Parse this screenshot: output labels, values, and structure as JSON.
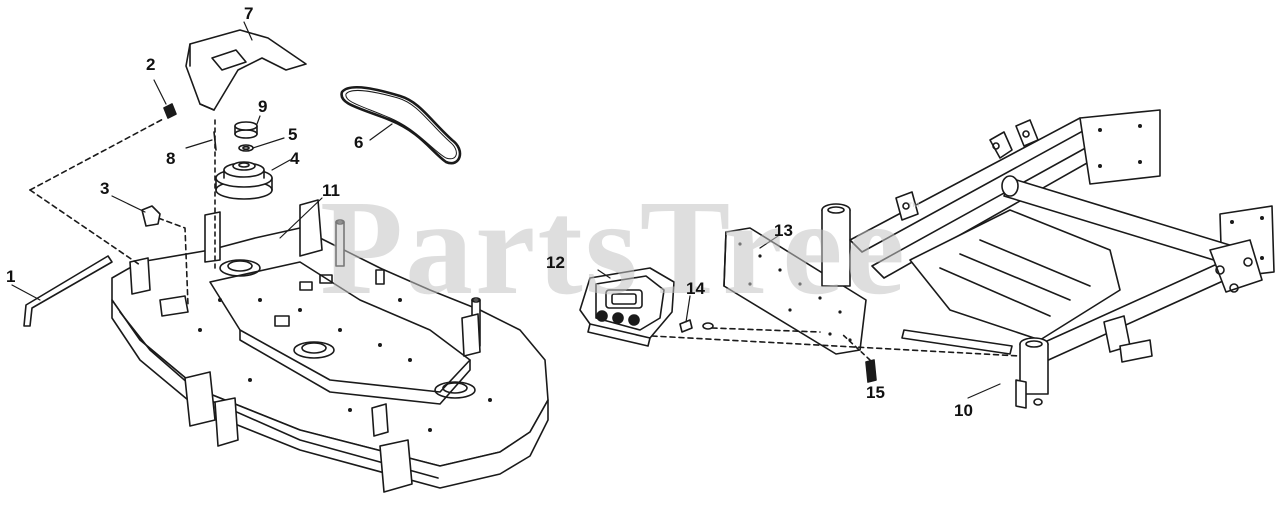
{
  "watermark": {
    "text": "PartsTree",
    "mark": "™"
  },
  "callouts": [
    {
      "id": "c1",
      "label": "1"
    },
    {
      "id": "c2",
      "label": "2"
    },
    {
      "id": "c3",
      "label": "3"
    },
    {
      "id": "c4",
      "label": "4"
    },
    {
      "id": "c5",
      "label": "5"
    },
    {
      "id": "c6",
      "label": "6"
    },
    {
      "id": "c7",
      "label": "7"
    },
    {
      "id": "c8",
      "label": "8"
    },
    {
      "id": "c9",
      "label": "9"
    },
    {
      "id": "c10",
      "label": "10"
    },
    {
      "id": "c11",
      "label": "11"
    },
    {
      "id": "c12",
      "label": "12"
    },
    {
      "id": "c13",
      "label": "13"
    },
    {
      "id": "c14",
      "label": "14"
    },
    {
      "id": "c15",
      "label": "15"
    }
  ],
  "colors": {
    "line": "#1a1a1a",
    "watermark": "#c4c4c4",
    "fill": "#ffffff",
    "shade": "#e6e6e6"
  }
}
